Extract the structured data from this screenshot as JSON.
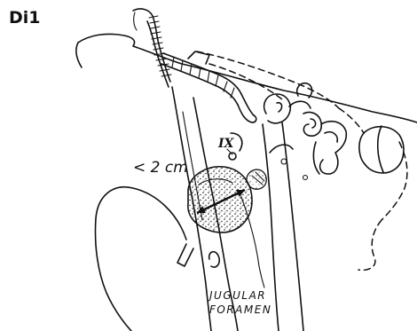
{
  "panel_label": "Di1",
  "size_label": "< 2 cm",
  "nerve_label": "IX",
  "structure_label": {
    "line1": "JUGULAR",
    "line2": "FORAMEN"
  },
  "colors": {
    "ink": "#111111",
    "background": "#ffffff"
  }
}
